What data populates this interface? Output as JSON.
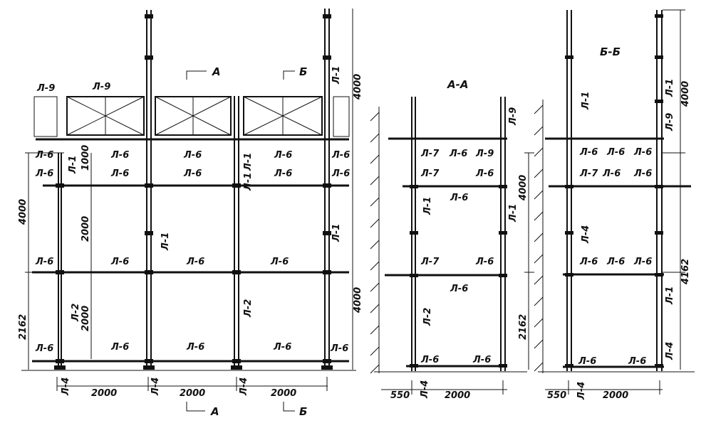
{
  "colors": {
    "ink": "#111111",
    "paper": "#ffffff"
  },
  "front": {
    "section_mark_a": "А",
    "section_mark_b": "Б",
    "top_labels": [
      "Л-9",
      "Л-9",
      "Л-1"
    ],
    "row1": [
      "Л-6",
      "Л-1",
      "Л-6",
      "Л-6",
      "Л-1",
      "Л-6",
      "Л-6"
    ],
    "row2": [
      "Л-6",
      "Л-6",
      "Л-6",
      "Л-1",
      "Л-6",
      "Л-6"
    ],
    "mid_l1": "Л-1",
    "mid_l1_right": "Л-1",
    "row3": [
      "Л-6",
      "Л-6",
      "Л-6",
      "Л-6"
    ],
    "l2_left": "Л-2",
    "l2_mid": "Л-2",
    "row4": [
      "Л-6",
      "Л-6",
      "Л-6",
      "Л-6",
      "Л-6"
    ],
    "bottom_l4": [
      "Л-4",
      "Л-4",
      "Л-4"
    ],
    "dims": {
      "bay": "2000",
      "h_4000": "4000",
      "h_2162": "2162",
      "h_1000": "1000",
      "h_2000a": "2000",
      "h_2000b": "2000",
      "h_4000_right": "4000",
      "h_4000_top": "4000"
    }
  },
  "section_aa": {
    "title": "А-А",
    "labels": {
      "l9": "Л-9",
      "r1": [
        "Л-7",
        "Л-6",
        "Л-9"
      ],
      "r2": [
        "Л-7",
        "Л-6"
      ],
      "l1_left": "Л-1",
      "l6_mid": "Л-6",
      "l1_right": "Л-1",
      "r3": [
        "Л-7",
        "Л-6"
      ],
      "l6_low": "Л-6",
      "l2": "Л-2",
      "r4": [
        "Л-6",
        "Л-6"
      ],
      "l4": "Л-4"
    },
    "dims": {
      "offset": "550",
      "width": "2000",
      "h_4000": "4000",
      "h_2162": "2162"
    }
  },
  "section_bb": {
    "title": "Б-Б",
    "labels": {
      "l1_top_left": "Л-1",
      "l1_top_right": "Л-1",
      "l9": "Л-9",
      "r1": [
        "Л-6",
        "Л-6",
        "Л-6"
      ],
      "r2": [
        "Л-7",
        "Л-6",
        "Л-6"
      ],
      "l4_mid": "Л-4",
      "r3": [
        "Л-6",
        "Л-6",
        "Л-6"
      ],
      "l1_low": "Л-1",
      "r4": [
        "Л-6",
        "Л-6"
      ],
      "l4_right": "Л-4",
      "l4_bottom": "Л-4"
    },
    "dims": {
      "offset": "550",
      "width": "2000",
      "h_4000": "4000",
      "h_4162": "4162"
    }
  }
}
